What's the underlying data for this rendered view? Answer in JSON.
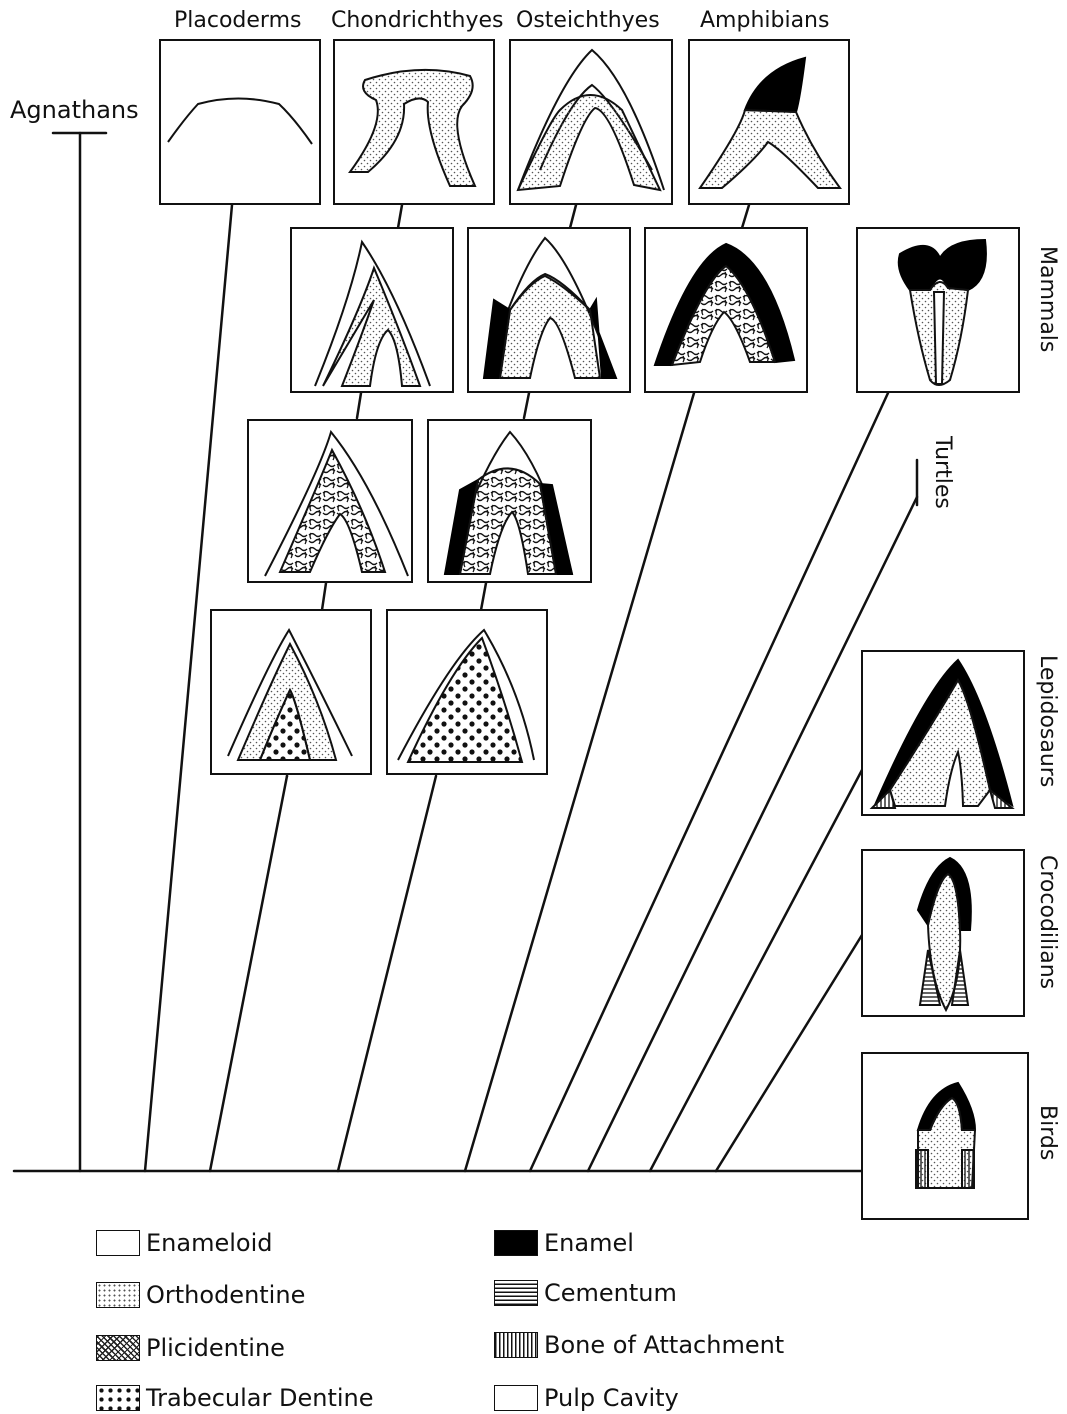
{
  "labels": {
    "agnathans": "Agnathans",
    "placoderms": "Placoderms",
    "chondrichthyes": "Chondrichthyes",
    "osteichthyes": "Osteichthyes",
    "amphibians": "Amphibians",
    "mammals": "Mammals",
    "turtles": "Turtles",
    "lepidosaurs": "Lepidosaurs",
    "crocodilians": "Crocodilians",
    "birds": "Birds"
  },
  "legend": [
    {
      "label": "Enameloid",
      "pattern": "enameloid"
    },
    {
      "label": "Orthodentine",
      "pattern": "orthodentine"
    },
    {
      "label": "Plicidentine",
      "pattern": "plicidentine"
    },
    {
      "label": "Trabecular Dentine",
      "pattern": "trabecular"
    },
    {
      "label": "Enamel",
      "pattern": "enamel"
    },
    {
      "label": "Cementum",
      "pattern": "cementum"
    },
    {
      "label": "Bone of Attachment",
      "pattern": "bone"
    },
    {
      "label": "Pulp Cavity",
      "pattern": "pulp"
    }
  ],
  "colors": {
    "ink": "#111111",
    "paper": "#ffffff",
    "enamel": "#000000"
  }
}
